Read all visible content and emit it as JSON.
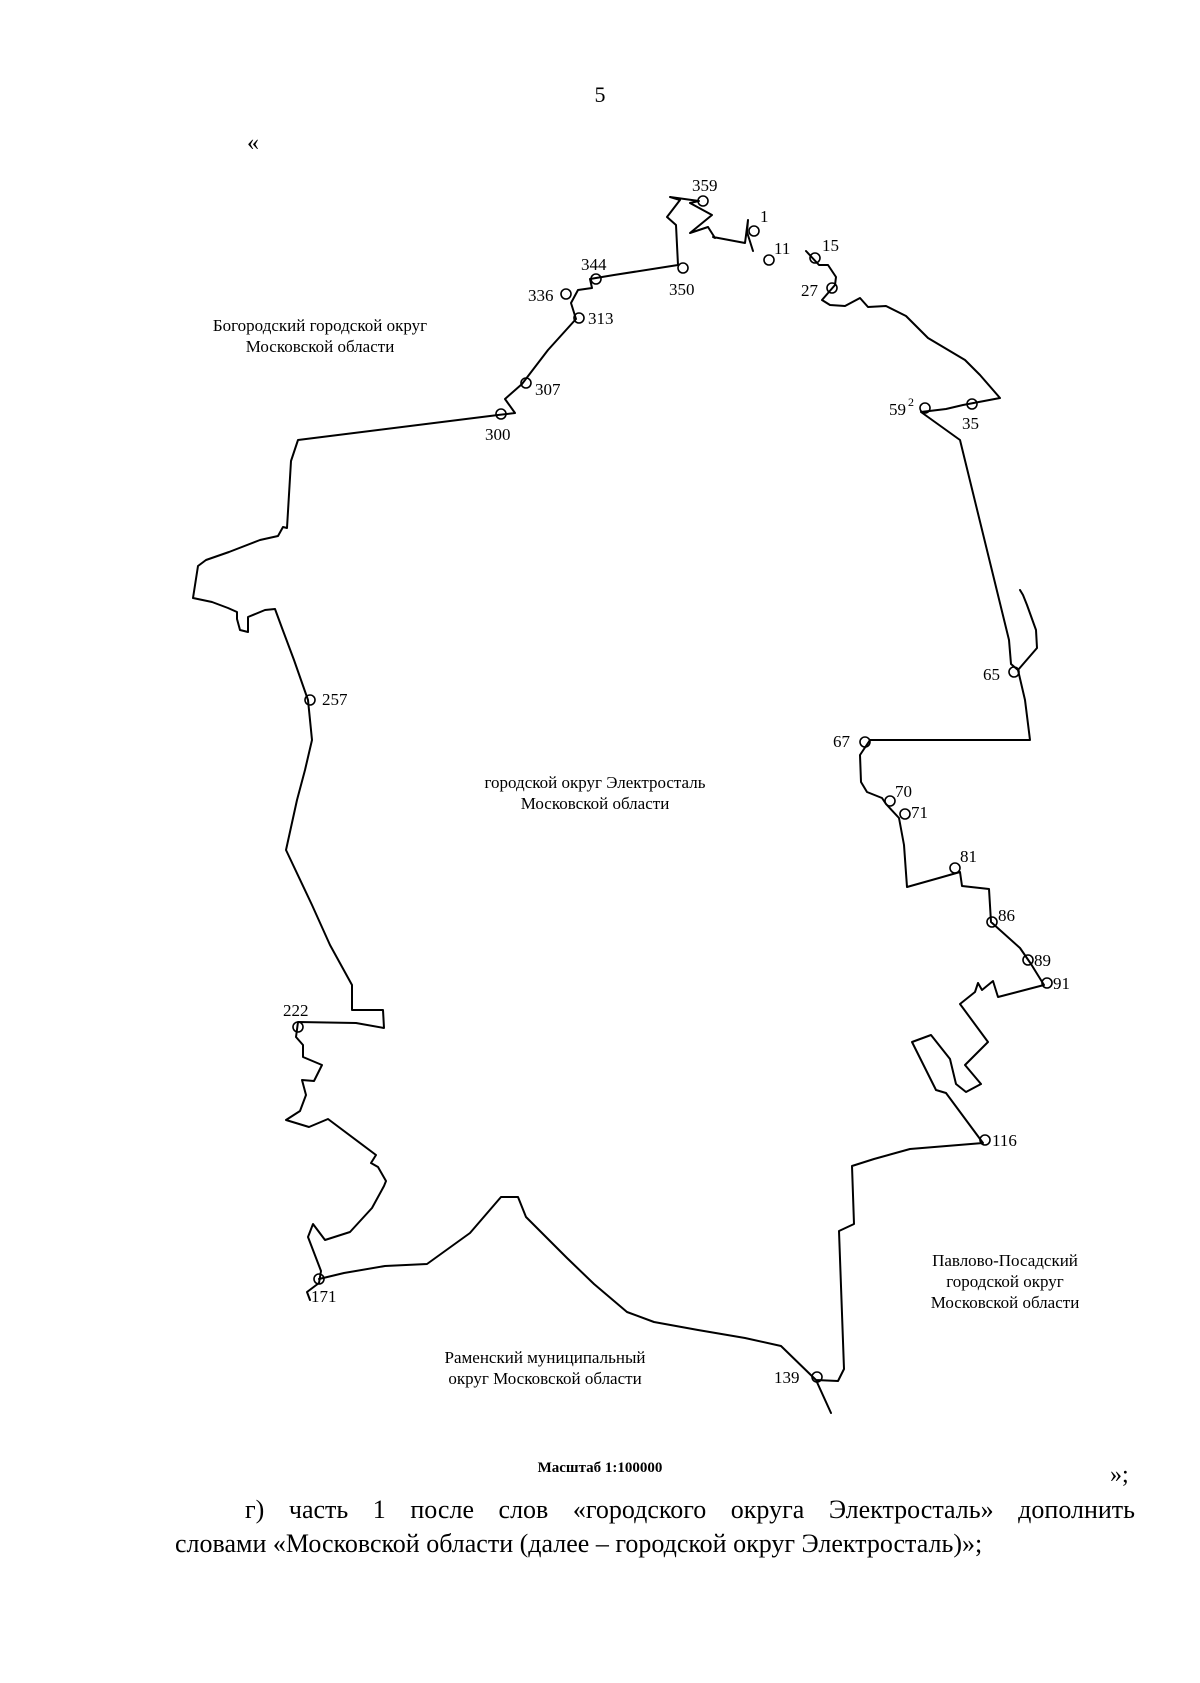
{
  "page_number": "5",
  "open_quote": "«",
  "map": {
    "regions": {
      "bogorodsky": [
        "Богородский городской округ",
        "Московской области"
      ],
      "elektrostal": [
        "городской округ Электросталь",
        "Московской области"
      ],
      "pavlovo_posad": [
        "Павлово-Посадский",
        "городской округ",
        "Московской области"
      ],
      "ramensky": [
        "Раменский муниципальный",
        "округ Московской области"
      ]
    },
    "points": [
      "359",
      "1",
      "11",
      "15",
      "27",
      "344",
      "350",
      "336",
      "313",
      "307",
      "300",
      "59",
      "2",
      "35",
      "65",
      "67",
      "70",
      "71",
      "81",
      "86",
      "89",
      "91",
      "116",
      "257",
      "222",
      "171",
      "139"
    ],
    "scale": "Масштаб 1:100000"
  },
  "close_quote": "»;",
  "text": {
    "paragraph_1": "г) часть 1 после слов «городского округа Электросталь» дополнить",
    "paragraph_2": "словами «Московской области (далее – городской округ Электросталь)»;"
  }
}
